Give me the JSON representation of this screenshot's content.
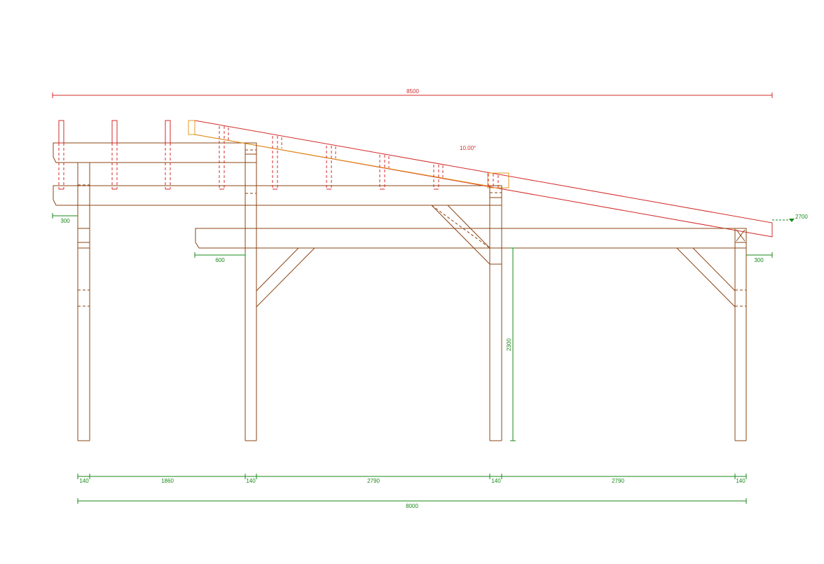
{
  "dimensions": {
    "overall_top": "8500",
    "overall_bottom": "8000",
    "roof_angle": "10.00°",
    "overhang_left": "300",
    "overhang_mid": "600",
    "overhang_right": "300",
    "post_height": "2300",
    "eave_height": "2700",
    "post_width_1": "140",
    "bay_1": "1860",
    "post_width_2": "140",
    "bay_2": "2790",
    "post_width_3": "140",
    "bay_3": "2790",
    "post_width_4": "140"
  },
  "colors": {
    "timber": "#8b4513",
    "rafter": "#d42a2a",
    "dimension": "#1a8a1a",
    "highlight": "#e39b1d"
  }
}
